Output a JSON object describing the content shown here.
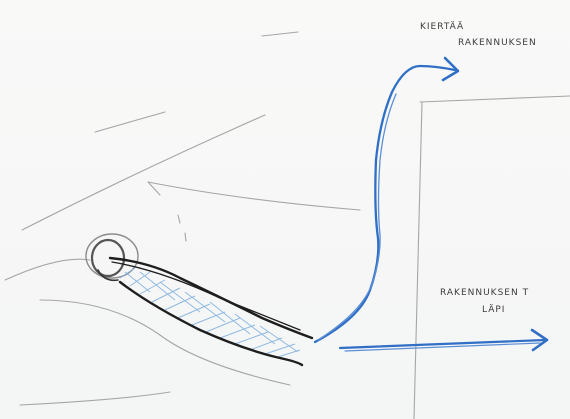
{
  "sketch": {
    "label_top_line1": "KIERTÄÄ",
    "label_top_line2": "RAKENNUKSEN",
    "label_right_line1": "RAKENNUKSEN T",
    "label_right_line2": "LÄPI",
    "colors": {
      "pencil": "#9a9a9a",
      "ink": "#1e1e1e",
      "blue": "#2f6fc6",
      "blue_light": "#7fb0df"
    }
  }
}
